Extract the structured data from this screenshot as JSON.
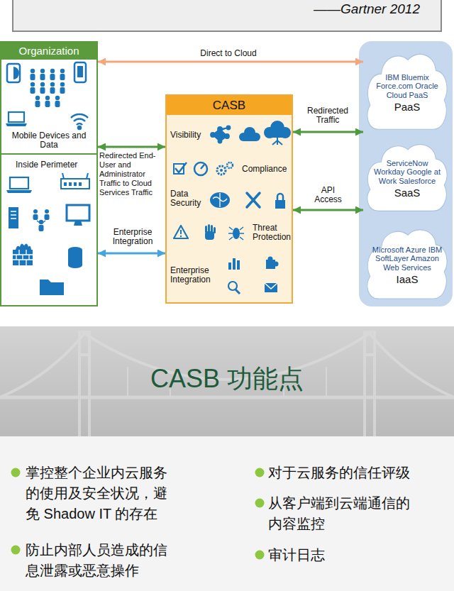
{
  "diagram": {
    "title": "CASB 功能点",
    "nodes": [
      {
        "text": [
          "Organization",
          "Mobile Devices and Data"
        ]
      },
      {
        "text": [
          "Inside Perimeter"
        ]
      },
      {
        "text": [
          "CASB",
          "Visibility",
          "Compliance",
          "Data Security",
          "Threat Protection",
          "Enterprise Integration"
        ]
      },
      {
        "text": [
          "IBM Bluemix Force.com Oracle Cloud PaaS",
          "PaaS"
        ]
      },
      {
        "text": [
          "ServiceNow Workday Google at Work Salesforce",
          "SaaS"
        ]
      },
      {
        "text": [
          "Microsoft Azure IBM SoftLayer Amazon Web Services",
          "IaaS"
        ]
      }
    ],
    "edges": [
      {
        "from": 0,
        "to": 3,
        "arrow": "both",
        "label": "Direct to Cloud"
      },
      {
        "from": 0,
        "to": 2,
        "arrow": "both",
        "label": "Redirected End-User and Administrator Traffic to Cloud Services Traffic"
      },
      {
        "from": 1,
        "to": 2,
        "arrow": "both",
        "label": "Enterprise Integration"
      },
      {
        "from": 2,
        "to": 3,
        "arrow": "both",
        "label": "Redirected Traffic"
      },
      {
        "from": 2,
        "to": 4,
        "arrow": "both",
        "label": "API Access"
      }
    ],
    "labels": [
      "——Gartner 2012",
      "掌控整个企业内云服务的使用及安全状况，避免 Shadow IT 的存在",
      "防止内部人员造成的信息泄露或恶意操作",
      "对于云服务的信任评级",
      "从客户端到云端通信的内容监控",
      "审计日志"
    ]
  }
}
